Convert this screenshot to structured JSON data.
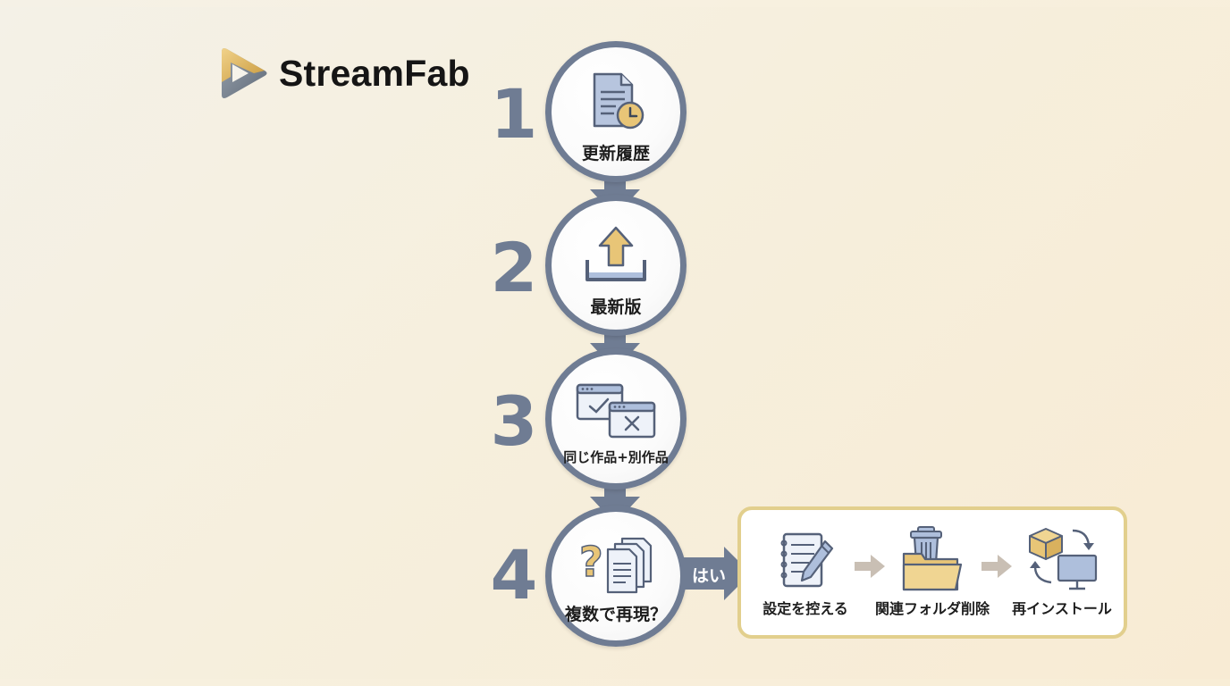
{
  "brand": {
    "name": "StreamFab"
  },
  "steps": [
    {
      "number": "1",
      "label": "更新履歴",
      "icon": "document-clock-icon"
    },
    {
      "number": "2",
      "label": "最新版",
      "icon": "upload-tray-icon"
    },
    {
      "number": "3",
      "label": "同じ作品+別作品",
      "icon": "window-check-cross-icon"
    },
    {
      "number": "4",
      "label": "複数で再現？",
      "icon": "question-documents-icon"
    }
  ],
  "branch": {
    "label": "はい"
  },
  "actions": [
    {
      "label": "設定を控える",
      "icon": "notebook-pencil-icon"
    },
    {
      "label": "関連フォルダ削除",
      "icon": "trash-folder-icon"
    },
    {
      "label": "再インストール",
      "icon": "box-monitor-reinstall-icon"
    }
  ],
  "colors": {
    "flow": "#6f7c93",
    "accent_gold": "#e8c577",
    "box_border": "#e2cf8d",
    "icon_blue": "#aebfdc",
    "connector_gray": "#c9bfb4"
  }
}
